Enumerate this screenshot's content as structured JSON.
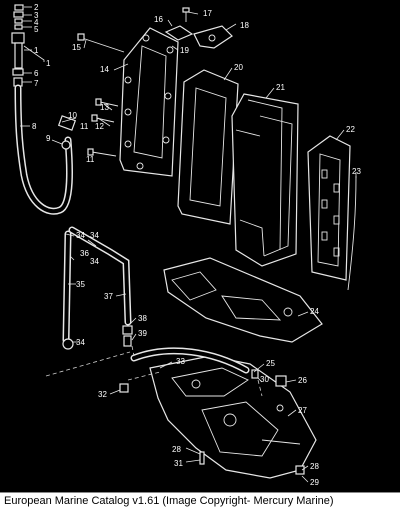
{
  "caption": "European Marine Catalog v1.61 (Image Copyright- Mercury Marine)",
  "callouts": [
    "1",
    "2",
    "3",
    "4",
    "5",
    "6",
    "7",
    "8",
    "9",
    "10",
    "11",
    "12",
    "13",
    "14",
    "15",
    "16",
    "17",
    "18",
    "19",
    "20",
    "21",
    "22",
    "23",
    "24",
    "25",
    "26",
    "27",
    "28",
    "29",
    "30",
    "31",
    "32",
    "33",
    "34",
    "35",
    "36",
    "37",
    "38",
    "39"
  ],
  "colors": {
    "background": "#000000",
    "lines": "#e6e6e6",
    "caption_bar": "#ffffff"
  }
}
